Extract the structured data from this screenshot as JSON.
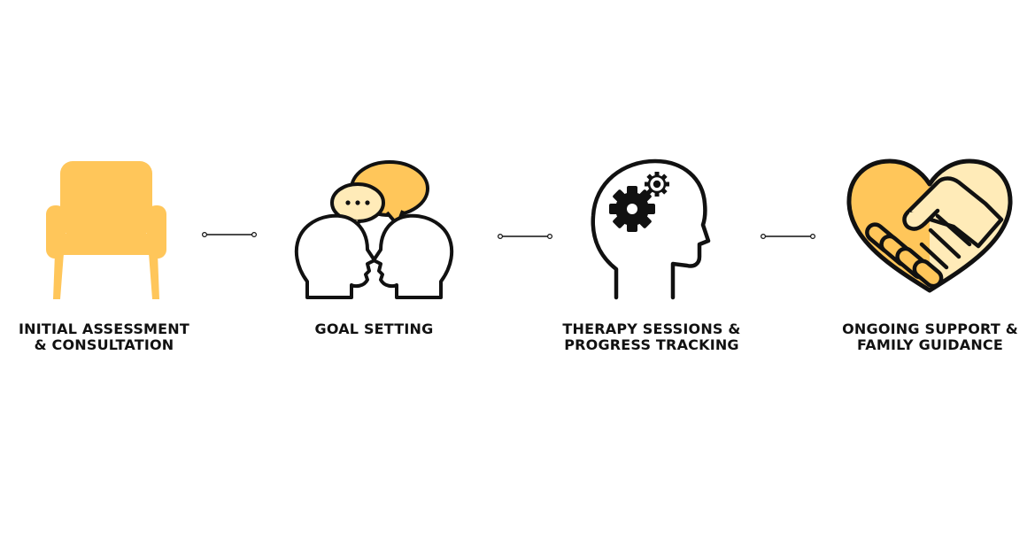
{
  "colors": {
    "accent": "#FFC65A",
    "accent_light": "#FFEBB8",
    "stroke": "#111111",
    "background": "#FFFFFF"
  },
  "steps": [
    {
      "icon": "armchair-icon",
      "label_line1": "INITIAL ASSESSMENT",
      "label_line2": "& CONSULTATION"
    },
    {
      "icon": "conversation-heads-icon",
      "label_line1": "GOAL SETTING",
      "label_line2": ""
    },
    {
      "icon": "head-with-gears-icon",
      "label_line1": "THERAPY SESSIONS &",
      "label_line2": "PROGRESS TRACKING"
    },
    {
      "icon": "handshake-heart-icon",
      "label_line1": "ONGOING SUPPORT &",
      "label_line2": "FAMILY GUIDANCE"
    }
  ]
}
